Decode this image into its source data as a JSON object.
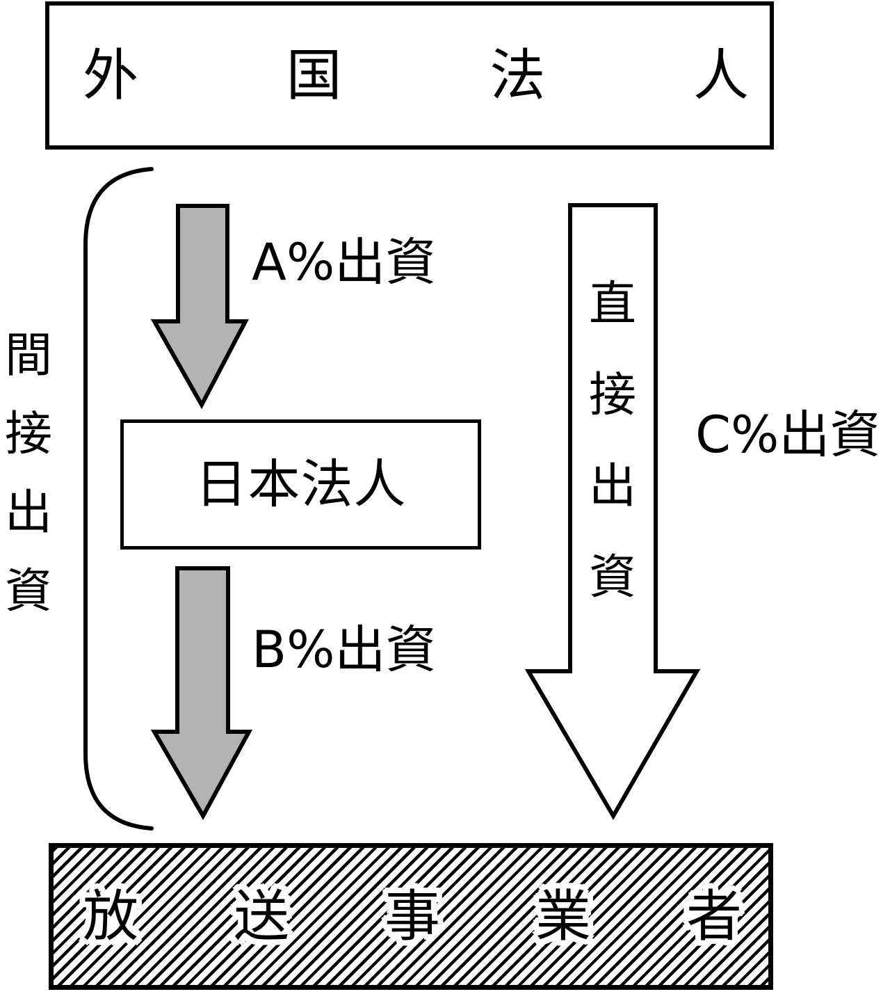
{
  "diagram": {
    "title_hint": "foreign-investment-in-broadcaster-diagram",
    "foreign": {
      "label": "外国法人",
      "chars": [
        "外",
        "国",
        "法",
        "人"
      ]
    },
    "japanese": {
      "label": "日本法人"
    },
    "broadcaster": {
      "label": "放送事業者",
      "chars": [
        "放",
        "送",
        "事",
        "業",
        "者"
      ]
    },
    "arrow_a": {
      "label": "A%出資"
    },
    "arrow_b": {
      "label": "B%出資"
    },
    "arrow_c": {
      "label": "C%出資",
      "inner_label": "直接出資",
      "inner_chars": [
        "直",
        "接",
        "出",
        "資"
      ]
    },
    "brace": {
      "label": "間接出資",
      "chars": [
        "間",
        "接",
        "出",
        "資"
      ]
    }
  },
  "colors": {
    "arrow_gray": "#b3b3b3",
    "arrow_white": "#ffffff",
    "line": "#000000",
    "background": "#ffffff"
  }
}
